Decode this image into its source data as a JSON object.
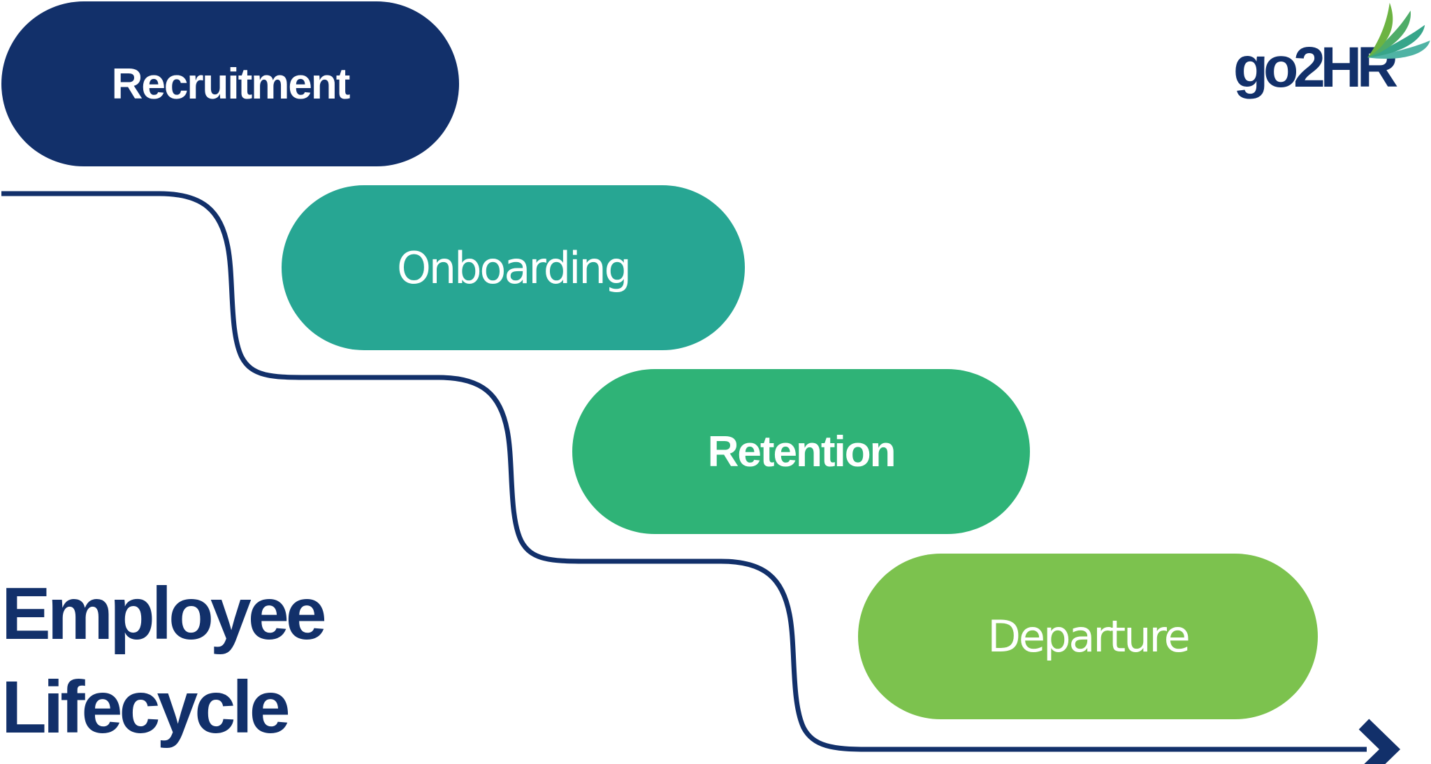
{
  "diagram": {
    "title_line1": "Employee",
    "title_line2": "Lifecycle",
    "title_color": "#12306A"
  },
  "logo": {
    "text": "go2HR",
    "color": "#12306A",
    "swoosh_colors": [
      "#6CB342",
      "#4EAC68",
      "#37A58A",
      "#4FB3A4"
    ]
  },
  "stages": [
    {
      "label": "Recruitment",
      "color": "#12306A",
      "text_color": "#FFFFFF"
    },
    {
      "label": "Onboarding",
      "color": "#27A693",
      "text_color": "#FFFFFF"
    },
    {
      "label": "Retention",
      "color": "#2FB377",
      "text_color": "#FFFFFF"
    },
    {
      "label": "Departure",
      "color": "#7CC24E",
      "text_color": "#FFFFFF"
    }
  ],
  "flow": {
    "line_color": "#12306A",
    "direction": "left-to-right, stepping down, arrow at bottom right"
  }
}
